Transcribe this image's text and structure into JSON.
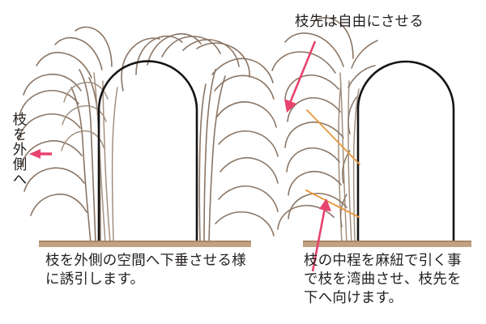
{
  "figure": {
    "title_hidden": "",
    "colors": {
      "branch": "#8a7564",
      "branch_light": "#a2907f",
      "arch": "#141414",
      "ground": "#c2a183",
      "ground_line": "#a07f5f",
      "arrow_pink": "#e8436f",
      "twine_orange": "#e8973c",
      "text": "#231f20",
      "background": "#ffffff"
    }
  },
  "panels": {
    "left": {
      "name": "left-panel",
      "vertical_label": "枝を外側へ",
      "caption": "枝を外側の空間へ下垂させる様に誘引します。",
      "arrow": {
        "name": "branch-outward-arrow",
        "direction": "left",
        "color": "#e8436f"
      },
      "arch": {
        "name": "garden-arch-left",
        "ground_label": ""
      }
    },
    "right": {
      "name": "right-panel",
      "top_label": "枝先は自由にさせる",
      "caption": "枝の中程を麻紐で引く事で枝を湾曲させ、枝先を下へ向けます。",
      "arrows": [
        {
          "name": "tip-free-arrow",
          "direction": "down-left",
          "color": "#e8436f"
        },
        {
          "name": "twine-pull-arrow",
          "direction": "up",
          "color": "#e8436f"
        }
      ],
      "twine": {
        "name": "hemp-twine",
        "count": 2,
        "color": "#e8973c"
      },
      "arch": {
        "name": "garden-arch-right",
        "ground_label": ""
      }
    }
  }
}
